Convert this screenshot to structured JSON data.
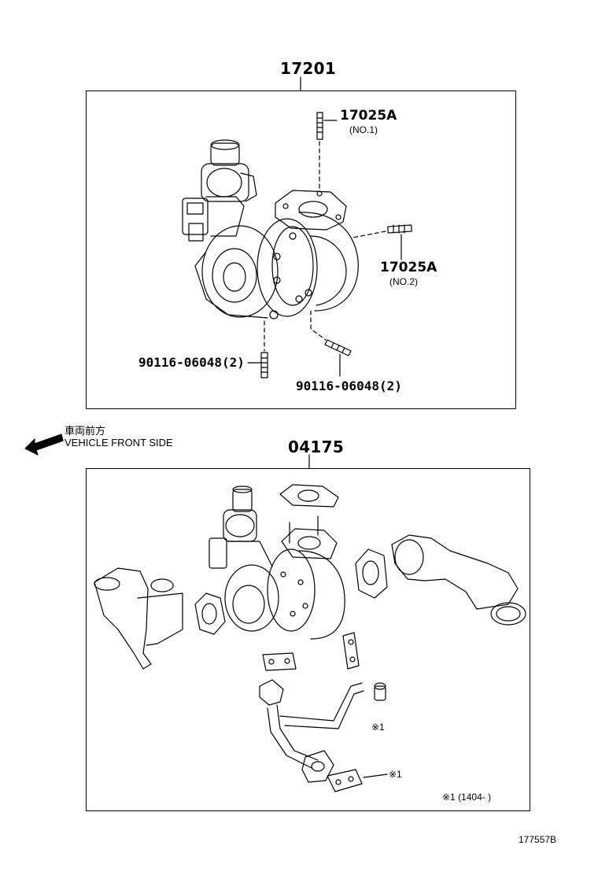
{
  "top_assembly": {
    "part_no": "17201",
    "callouts": {
      "stud_no1": {
        "part_no": "17025A",
        "sub": "(NO.1)"
      },
      "stud_no2": {
        "part_no": "17025A",
        "sub": "(NO.2)"
      },
      "stud_left": {
        "part_no": "90116-06048(2)"
      },
      "stud_right": {
        "part_no": "90116-06048(2)"
      }
    }
  },
  "direction": {
    "jp_label": "車両前方",
    "en_label": "VEHICLE FRONT SIDE"
  },
  "bottom_assembly": {
    "part_no": "04175",
    "mark_upper": "※1",
    "mark_lower": "※1",
    "footnote": "※1 (1404-     )"
  },
  "illustration_id": "177557B"
}
